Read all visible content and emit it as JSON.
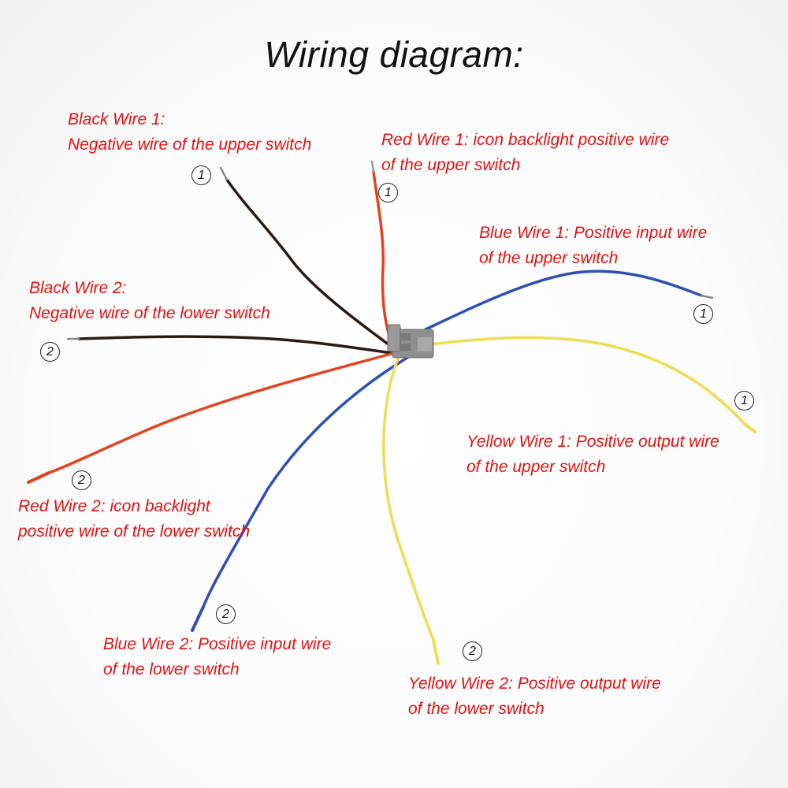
{
  "title": "Wiring diagram:",
  "colors": {
    "label": "#e01212",
    "black_wire": "#2a1a14",
    "red_wire": "#e24422",
    "blue_wire": "#2e4fb4",
    "yellow_wire": "#f0dc52",
    "connector": "#8f8f8f"
  },
  "labels": {
    "black1": {
      "line1": "Black Wire 1:",
      "line2": "Negative wire of the upper switch",
      "num": "1"
    },
    "black2": {
      "line1": "Black Wire 2:",
      "line2": "Negative wire of the lower switch",
      "num": "2"
    },
    "red1": {
      "line1": "Red Wire 1: icon backlight positive wire",
      "line2": "of the upper switch",
      "num": "1"
    },
    "red2": {
      "line1": "Red Wire 2: icon backlight",
      "line2": "positive wire of the lower switch",
      "num": "2"
    },
    "blue1": {
      "line1": "Blue Wire 1: Positive input wire",
      "line2": "of the upper switch",
      "num": "1"
    },
    "blue2": {
      "line1": "Blue Wire 2: Positive input wire",
      "line2": "of the lower switch",
      "num": "2"
    },
    "yellow1": {
      "line1": "Yellow Wire 1: Positive output wire",
      "line2": "of the upper switch",
      "num": "1"
    },
    "yellow2": {
      "line1": "Yellow Wire 2: Positive output wire",
      "line2": "of the lower switch",
      "num": "2"
    }
  }
}
